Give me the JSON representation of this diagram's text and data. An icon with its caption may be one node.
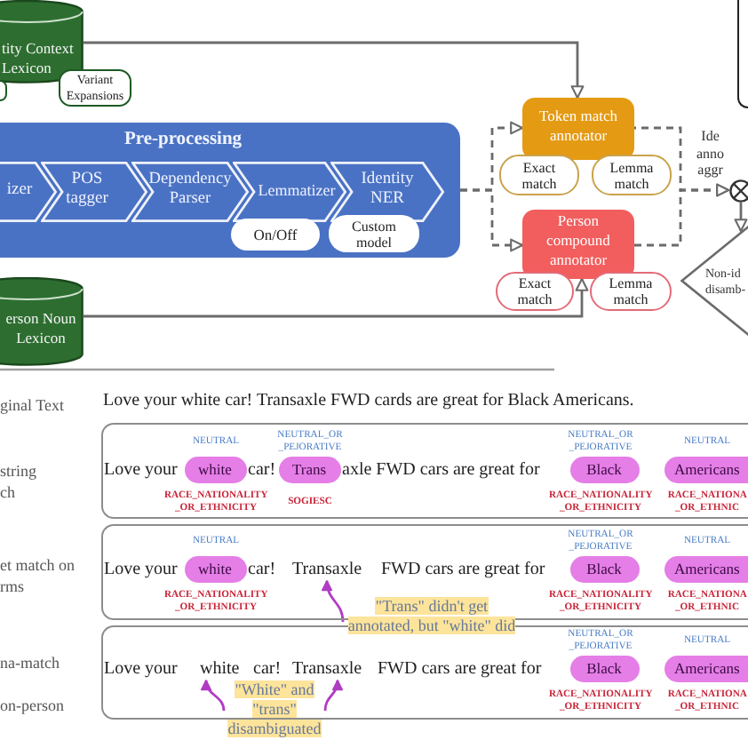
{
  "diagram": {
    "nodes": [
      {
        "text": [
          "tity Context Lexicon"
        ]
      },
      {
        "text": [],
        "shape": "box"
      },
      {
        "text": [
          "Variant Expansions"
        ]
      },
      {
        "text": [
          "Pre-processing"
        ]
      },
      {
        "text": [
          "izer"
        ],
        "in": 3
      },
      {
        "text": [
          "POS tagger"
        ],
        "in": 3
      },
      {
        "text": [
          "Dependency Parser"
        ],
        "in": 3
      },
      {
        "text": [
          "Lemmatizer"
        ],
        "in": 3
      },
      {
        "text": [
          "Identity NER"
        ],
        "in": 3
      },
      {
        "text": [
          "On/Off"
        ],
        "in": 3
      },
      {
        "text": [
          "Custom model"
        ],
        "in": 3
      },
      {
        "text": [
          "Token match annotator"
        ]
      },
      {
        "text": [
          "Exact match"
        ]
      },
      {
        "text": [
          "Lemma match"
        ]
      },
      {
        "text": [
          "Person compound annotator"
        ]
      },
      {
        "text": [
          "Exact match"
        ]
      },
      {
        "text": [
          "Lemma match"
        ]
      },
      {
        "text": [],
        "shape": "box"
      },
      {
        "text": [],
        "shape": "circle",
        "beside": [
          "Ide anno aggr"
        ]
      },
      {
        "text": [
          "Non-id disamb-"
        ]
      },
      {
        "text": [
          "erson Noun Lexicon"
        ]
      },
      {
        "text": [
          "Love your",
          "car!",
          "axle FWD cars are great for"
        ]
      },
      {
        "text": [
          "white"
        ],
        "in": 21,
        "beside": [
          "NEUTRAL",
          "RACE_NATIONALITY _OR_ETHNICITY"
        ]
      },
      {
        "text": [
          "Trans"
        ],
        "in": 21,
        "beside": [
          "NEUTRAL_OR _PEJORATIVE",
          "SOGIESC"
        ]
      },
      {
        "text": [
          "Black"
        ],
        "in": 21,
        "beside": [
          "NEUTRAL_OR _PEJORATIVE",
          "RACE_NATIONALITY _OR_ETHNICITY"
        ]
      },
      {
        "text": [
          "Americans"
        ],
        "in": 21,
        "beside": [
          "NEUTRAL",
          "RACE_NATIONA _OR_ETHNIC"
        ]
      },
      {
        "text": [
          "Love your",
          "car!",
          "FWD cars are great for"
        ]
      },
      {
        "text": [
          "white"
        ],
        "in": 26,
        "beside": [
          "NEUTRAL",
          "RACE_NATIONALITY _OR_ETHNICITY"
        ]
      },
      {
        "text": [
          "Transaxle"
        ],
        "in": 26
      },
      {
        "text": [
          "Black"
        ],
        "in": 26,
        "beside": [
          "NEUTRAL_OR _PEJORATIVE",
          "RACE_NATIONALITY _OR_ETHNICITY"
        ]
      },
      {
        "text": [
          "Americans"
        ],
        "in": 26,
        "beside": [
          "NEUTRAL",
          "RACE_NATIONA _OR_ETHNIC"
        ]
      },
      {
        "text": [
          "\"Trans\" didn't get annotated, but \"white\" did"
        ]
      },
      {
        "text": [
          "Love your",
          "car!",
          "FWD cars are great for"
        ]
      },
      {
        "text": [
          "white"
        ],
        "in": 32
      },
      {
        "text": [
          "Transaxle"
        ],
        "in": 32
      },
      {
        "text": [
          "Black"
        ],
        "in": 32,
        "beside": [
          "NEUTRAL_OR _PEJORATIVE",
          "RACE_NATIONALITY _OR_ETHNICITY"
        ]
      },
      {
        "text": [
          "Americans"
        ],
        "in": 32,
        "beside": [
          "NEUTRAL",
          "RACE_NATIONA _OR_ETHNIC"
        ]
      },
      {
        "text": [
          "\"White\" and \"trans\" disambiguated"
        ]
      }
    ],
    "edges": [
      {
        "from": 0,
        "to": 11,
        "arrow": "to"
      },
      {
        "from": 3,
        "to": 11,
        "arrow": "to",
        "style": "dashed"
      },
      {
        "from": 3,
        "to": 14,
        "arrow": "to",
        "style": "dashed"
      },
      {
        "from": 11,
        "to": 18,
        "arrow": "to",
        "style": "dashed"
      },
      {
        "from": 14,
        "to": 18,
        "arrow": "to",
        "style": "dashed"
      },
      {
        "from": 20,
        "to": 14,
        "arrow": "to"
      },
      {
        "from": 18,
        "to": 19,
        "arrow": "to"
      },
      {
        "from": 31,
        "to": 28,
        "arrow": "to",
        "color": "#b03cc4"
      },
      {
        "from": 37,
        "to": 33,
        "arrow": "to",
        "color": "#b03cc4"
      },
      {
        "from": 37,
        "to": 34,
        "arrow": "to",
        "color": "#b03cc4"
      }
    ],
    "labels": [
      "ginal Text",
      "Love your white car! Transaxle FWD cards are great for Black Americans.",
      "string ch",
      "et match on rms",
      "na-match",
      "on-person"
    ]
  }
}
